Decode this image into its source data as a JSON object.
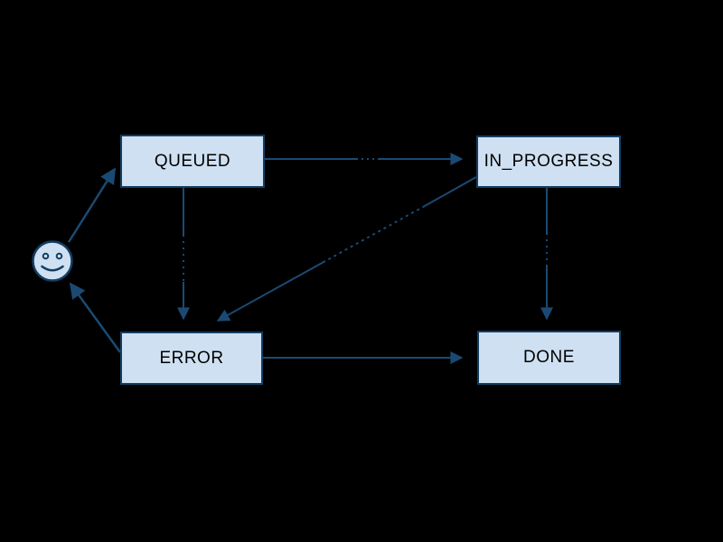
{
  "diagram": {
    "type": "state-machine",
    "background_color": "#000000",
    "node_fill_color": "#cfe0f2",
    "node_border_color": "#123e63",
    "edge_color": "#1a4a73",
    "node_text_color": "#000000",
    "start_marker": {
      "icon": "smiley-face",
      "description": "initial-state smiley face"
    },
    "nodes": [
      {
        "id": "queued",
        "label": "QUEUED"
      },
      {
        "id": "in_progress",
        "label": "IN_PROGRESS"
      },
      {
        "id": "error",
        "label": "ERROR"
      },
      {
        "id": "done",
        "label": "DONE"
      }
    ],
    "edges": [
      {
        "from": "start",
        "to": "queued"
      },
      {
        "from": "queued",
        "to": "in_progress"
      },
      {
        "from": "queued",
        "to": "error"
      },
      {
        "from": "in_progress",
        "to": "error"
      },
      {
        "from": "in_progress",
        "to": "done"
      },
      {
        "from": "error",
        "to": "done"
      },
      {
        "from": "error",
        "to": "start"
      }
    ]
  }
}
